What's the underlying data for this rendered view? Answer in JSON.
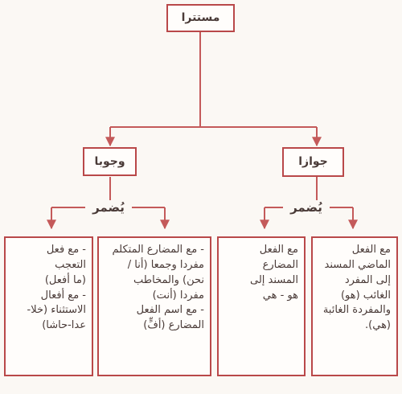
{
  "root": {
    "title": "مستترا"
  },
  "branches": {
    "right": {
      "title": "جوازا",
      "connector_label": "يُضمر",
      "leaf_right_lines": [
        "مع الفعل",
        "الماضي المسند",
        "إلى المفرد",
        "الغائب (هو)",
        "والمفردة الغائبة",
        "(هي)."
      ],
      "leaf_left_lines": [
        "مع الفعل",
        "المضارع",
        "المسند إلى",
        "هو - هي"
      ]
    },
    "left": {
      "title": "وجوبا",
      "connector_label": "يُضمر",
      "leaf_right_lines": [
        "- مع المضارع المتكلم",
        "مفردا وجمعا (أنا /",
        "نحن) والمخاطب",
        "مفردا (أنت)",
        "- مع اسم الفعل",
        "المضارع (أفٍّ)"
      ],
      "leaf_left_lines": [
        "- مع فعل",
        "التعجب",
        "(ما أفعل)",
        "- مع أفعال",
        "الاستثناء (خلا-",
        "عدا-حاشا)"
      ]
    }
  },
  "colors": {
    "border": "#b94849",
    "arrow": "#c45a5a",
    "text": "#4a3b38",
    "background": "#fbf8f4"
  }
}
